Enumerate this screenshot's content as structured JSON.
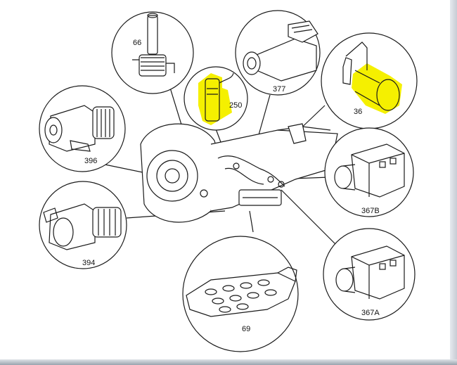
{
  "diagram": {
    "parts": [
      {
        "id": "66",
        "label": "66"
      },
      {
        "id": "250",
        "label": "250"
      },
      {
        "id": "377",
        "label": "377"
      },
      {
        "id": "36",
        "label": "36"
      },
      {
        "id": "396",
        "label": "396"
      },
      {
        "id": "367B",
        "label": "367B"
      },
      {
        "id": "394",
        "label": "394"
      },
      {
        "id": "367A",
        "label": "367A"
      },
      {
        "id": "69",
        "label": "69"
      }
    ],
    "colors": {
      "line": "#1a1a1a",
      "highlight": "#f5f000",
      "frame": "#c7ccd4"
    }
  }
}
